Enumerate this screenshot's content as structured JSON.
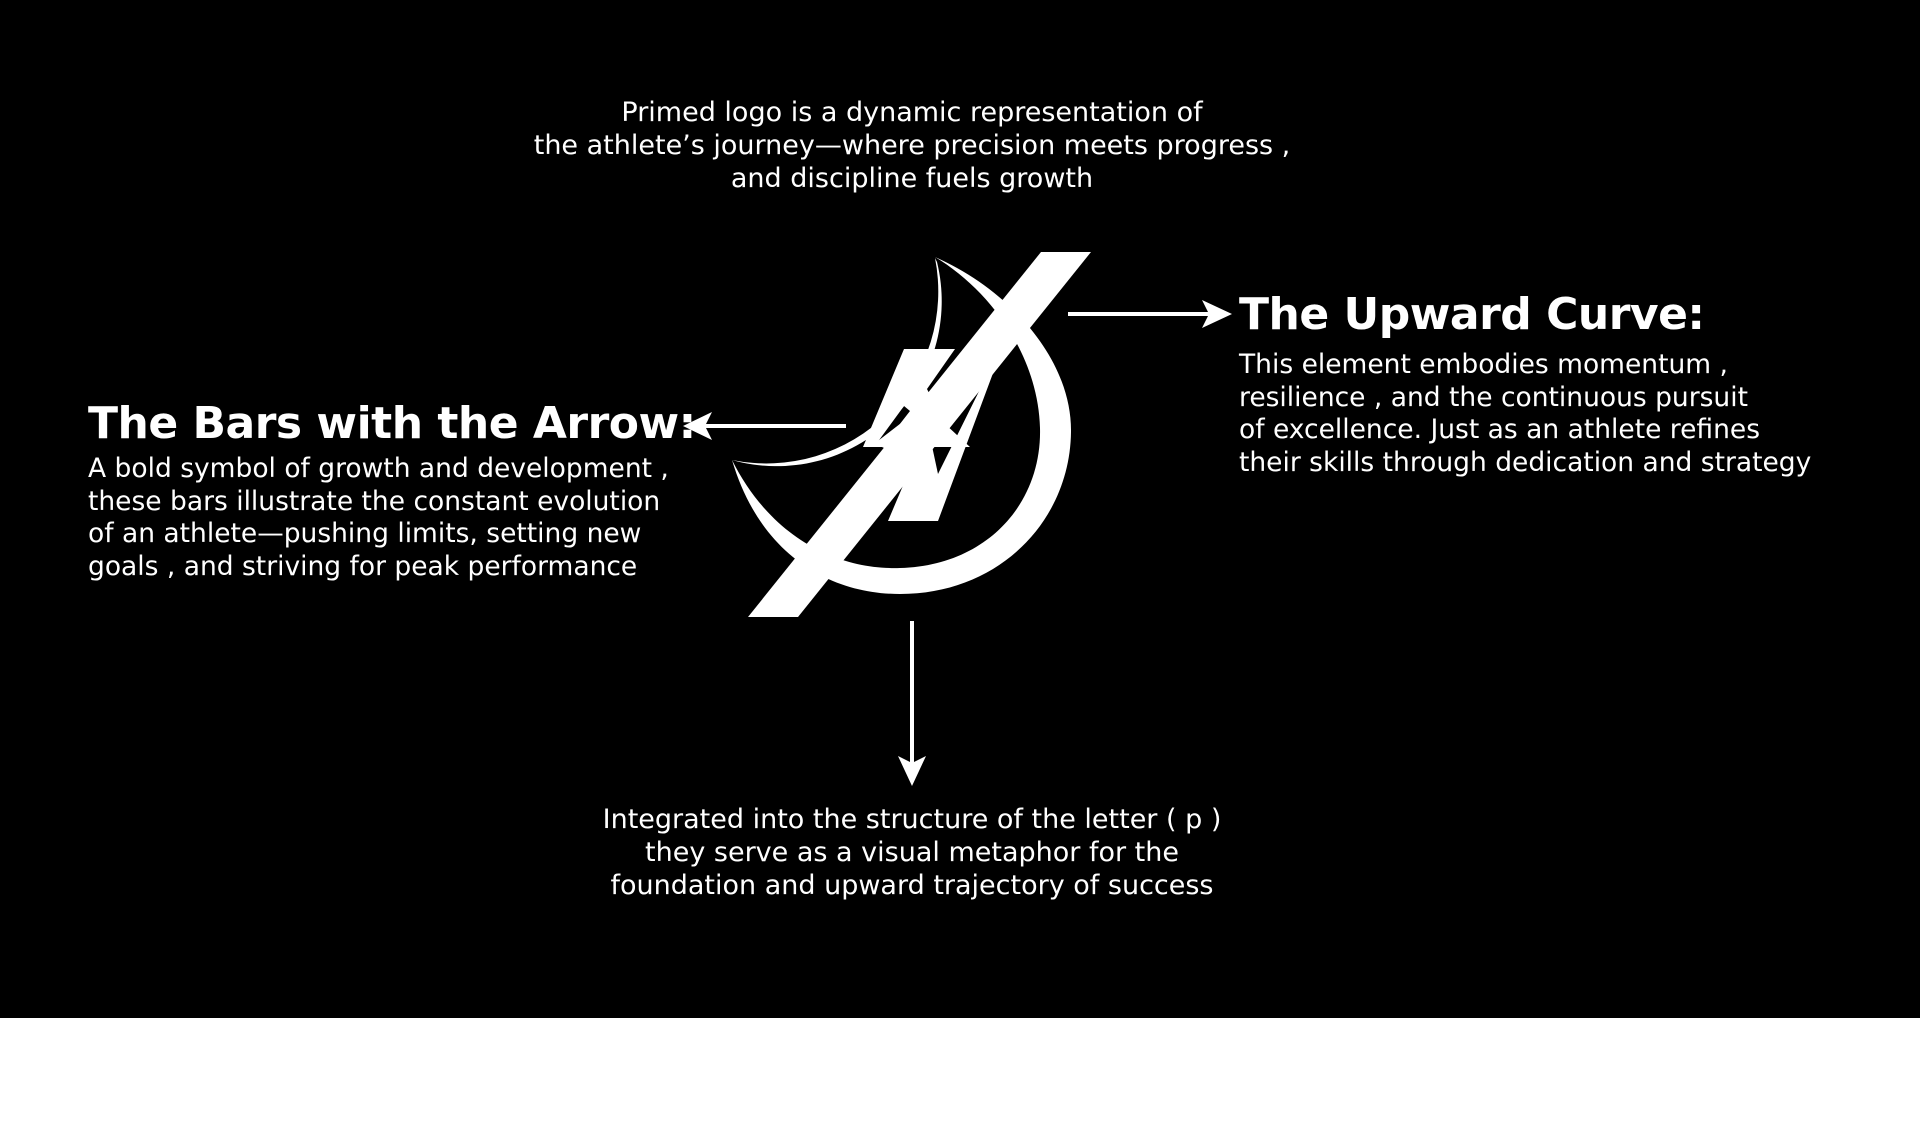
{
  "intro": {
    "lines": [
      "Primed logo is a dynamic representation of",
      "the athlete’s journey—where precision meets progress ,",
      "and discipline fuels growth"
    ]
  },
  "left": {
    "heading": "The Bars with the Arrow:",
    "lines": [
      "A bold symbol of growth and development ,",
      "these bars illustrate the constant evolution",
      "of an athlete—pushing limits, setting new",
      "goals , and striving for peak performance"
    ]
  },
  "right": {
    "heading": "The Upward Curve:",
    "lines": [
      "This element embodies momentum ,",
      "resilience , and the continuous pursuit",
      "of excellence. Just as an athlete refines",
      "their skills through dedication and strategy"
    ]
  },
  "bottom": {
    "lines": [
      "Integrated into the structure of the letter ( p )",
      "they serve as a visual metaphor for the",
      "foundation and upward trajectory of success"
    ]
  },
  "colors": {
    "background": "#000000",
    "foreground": "#ffffff",
    "page": "#ffffff"
  },
  "icons": {
    "logo": "primed-logo-icon",
    "arrow_left": "arrow-left-icon",
    "arrow_right": "arrow-right-icon",
    "arrow_down": "arrow-down-icon"
  }
}
